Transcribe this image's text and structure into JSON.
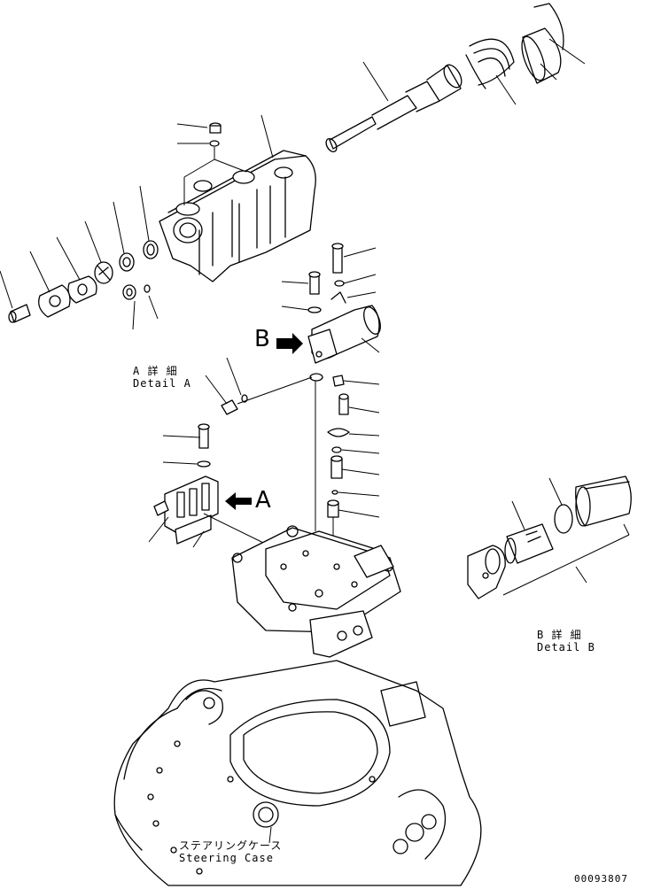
{
  "labels": {
    "detail_a_jp": "A 詳 細",
    "detail_a_en": "Detail A",
    "detail_b_jp": "B 詳 細",
    "detail_b_en": "Detail B",
    "steering_case_jp": "ステアリングケース",
    "steering_case_en": "Steering Case",
    "arrow_a": "A",
    "arrow_b": "B",
    "drawing_number": "00093807"
  }
}
